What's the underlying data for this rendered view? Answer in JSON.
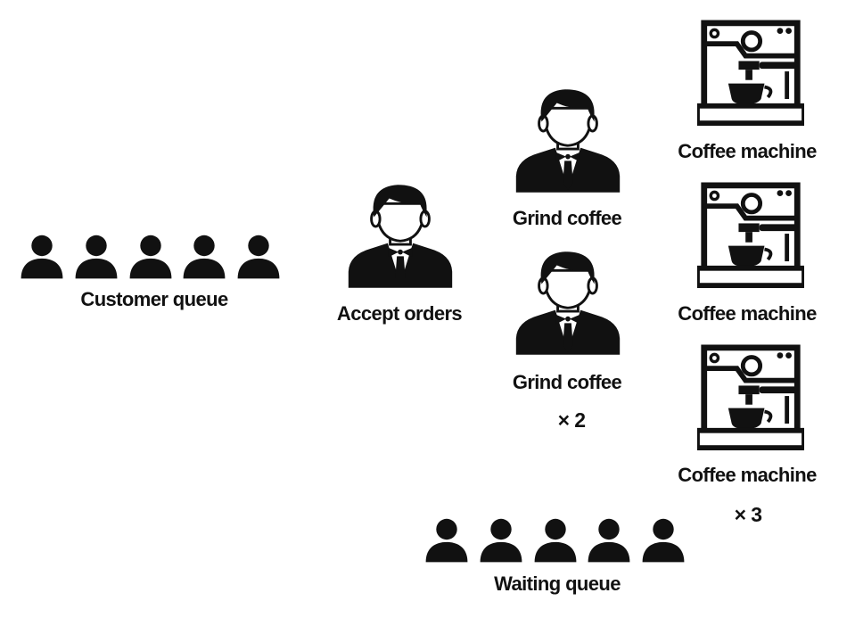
{
  "colors": {
    "ink": "#111111",
    "background": "#ffffff"
  },
  "icons": {
    "customer": "person-icon",
    "worker": "barista-icon",
    "machine": "espresso-machine-icon"
  },
  "customer_queue": {
    "label": "Customer queue",
    "count": 5
  },
  "accept": {
    "label": "Accept orders"
  },
  "grinders": {
    "items": [
      {
        "label": "Grind coffee"
      },
      {
        "label": "Grind coffee"
      }
    ],
    "multiplier": "× 2"
  },
  "machines": {
    "items": [
      {
        "label": "Coffee machine"
      },
      {
        "label": "Coffee machine"
      },
      {
        "label": "Coffee machine"
      }
    ],
    "multiplier": "× 3"
  },
  "waiting_queue": {
    "label": "Waiting queue",
    "count": 5
  }
}
